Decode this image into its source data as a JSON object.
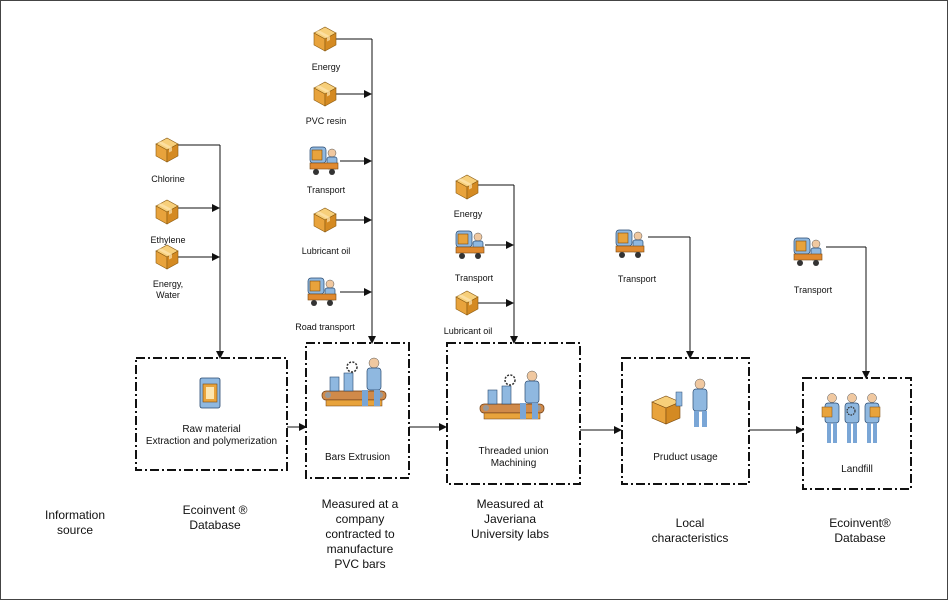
{
  "inputs": {
    "chlorine": "Chlorine",
    "ethylene": "Ethylene",
    "energy_water": "Energy,\nWater",
    "ext_energy": "Energy",
    "ext_pvc": "PVC resin",
    "ext_transport": "Transport",
    "ext_lubricant": "Lubricant oil",
    "ext_road": "Road transport",
    "mach_energy": "Energy",
    "mach_transport": "Transport",
    "mach_lubricant": "Lubricant oil",
    "usage_transport": "Transport",
    "landfill_transport": "Transport"
  },
  "stages": {
    "raw": "Raw material\nExtraction and polymerization",
    "extrusion": "Bars Extrusion",
    "machining": "Threaded union\nMachining",
    "usage": "Pruduct usage",
    "landfill": "Landfill"
  },
  "sources": {
    "label": "Information\nsource",
    "raw": "Ecoinvent ®\nDatabase",
    "extrusion": "Measured at a\ncompany\ncontracted to\nmanufacture\nPVC bars",
    "machining": "Measured at\nJaveriana\nUniversity labs",
    "usage": "Local\ncharacteristics",
    "landfill": "Ecoinvent®\nDatabase"
  },
  "colors": {
    "box_orange": "#e8a33c",
    "box_light": "#f7cf7a",
    "worker_blue": "#8fb8e0",
    "conveyor": "#d08a4a",
    "line": "#111111"
  }
}
